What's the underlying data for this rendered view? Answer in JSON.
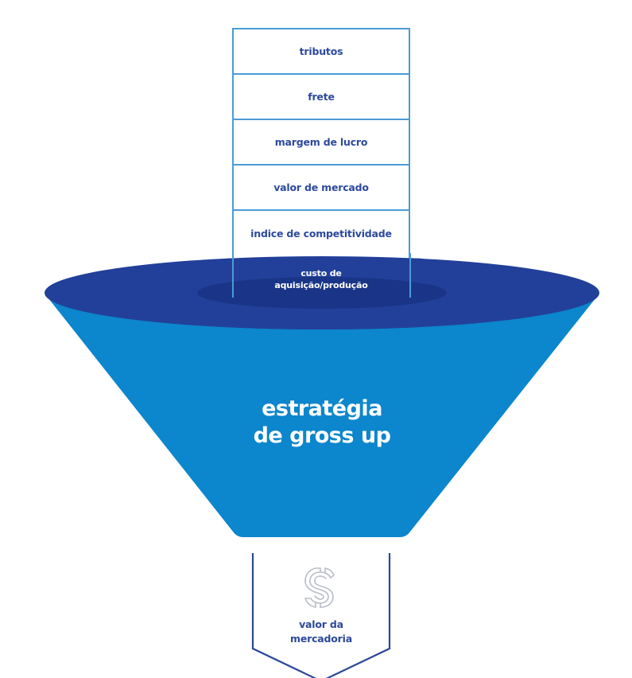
{
  "diagram": {
    "title": "estratégia de gross up",
    "stack_items": [
      {
        "label": "tributos"
      },
      {
        "label": "frete"
      },
      {
        "label": "margem de lucro"
      },
      {
        "label": "valor de mercado"
      },
      {
        "label": "indice de competitividade"
      }
    ],
    "base_item": {
      "line1": "custo de",
      "line2": "aquisição/produção"
    },
    "funnel": {
      "line1": "estratégia",
      "line2": "de gross up"
    },
    "output": {
      "icon": "dollar-sign-icon",
      "line1": "valor da",
      "line2": "mercadoria"
    },
    "colors": {
      "stack_border": "#4b9bd5",
      "stack_text": "#2c4a9e",
      "funnel_rim": "#22409a",
      "funnel_inner": "#1a3587",
      "funnel_body": "#0c86cc",
      "output_outline": "#2b4899",
      "dollar_icon": "#b9bdc6",
      "funnel_text": "#ffffff"
    }
  }
}
